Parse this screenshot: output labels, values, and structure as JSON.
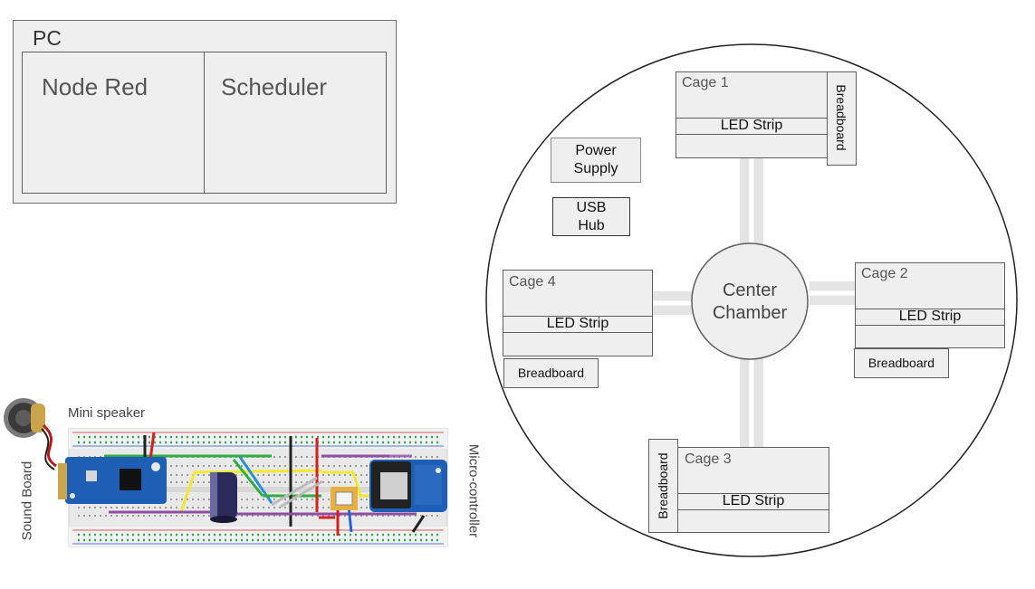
{
  "pc": {
    "title": "PC",
    "node_red": "Node Red",
    "scheduler": "Scheduler"
  },
  "breadboard_sketch": {
    "speaker_label": "Mini speaker",
    "sound_board_label": "Sound Board",
    "microcontroller_label": "Micro-controller"
  },
  "enclosure": {
    "power_supply": "Power\nSupply",
    "usb_hub": "USB\nHub",
    "center": "Center\nChamber",
    "cages": [
      {
        "name": "Cage 1",
        "led": "LED Strip",
        "breadboard": "Breadboard"
      },
      {
        "name": "Cage 2",
        "led": "LED Strip",
        "breadboard": "Breadboard"
      },
      {
        "name": "Cage 3",
        "led": "LED Strip",
        "breadboard": "Breadboard"
      },
      {
        "name": "Cage 4",
        "led": "LED Strip",
        "breadboard": "Breadboard"
      }
    ]
  },
  "colors": {
    "box_fill": "#efefef",
    "box_border": "#5f5f5f",
    "board_blue": "#1e5fb5",
    "wire_red": "#d62020",
    "wire_green": "#2fae3f",
    "wire_yellow": "#f2e830",
    "wire_purple": "#8e4fa3"
  }
}
